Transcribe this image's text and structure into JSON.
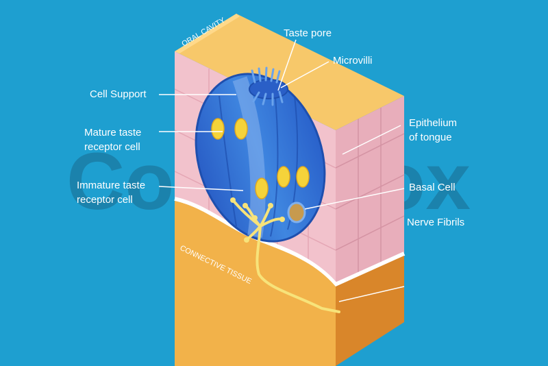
{
  "colors": {
    "background": "#1e9fd0",
    "top_face": "#f7c86a",
    "front_epithelium": "#f2c2cc",
    "side_epithelium": "#e8aebb",
    "connective_front": "#f2b24a",
    "connective_side": "#d9862a",
    "taste_bud": "#2f6fd8",
    "taste_bud_highlight": "#7fb0ee",
    "nucleus": "#f5d33a",
    "nerve": "#f7e37a",
    "watermark": "#1a6b8f",
    "label_text": "#ffffff"
  },
  "watermark_text": "Colourbox",
  "face_labels": {
    "oral_cavity": "ORAL CAVITY",
    "connective_tissue": "CONNECTIVE TISSUE"
  },
  "callouts": {
    "taste_pore": "Taste pore",
    "microvilli": "Microvilli",
    "cell_support": "Cell Support",
    "mature_cell_line1": "Mature taste",
    "mature_cell_line2": "receptor cell",
    "epithelium_line1": "Epithelium",
    "epithelium_line2": "of tongue",
    "immature_cell_line1": "Immature taste",
    "immature_cell_line2": "receptor cell",
    "basal_cell": "Basal Cell",
    "nerve_fibrils": "Nerve Fibrils"
  }
}
